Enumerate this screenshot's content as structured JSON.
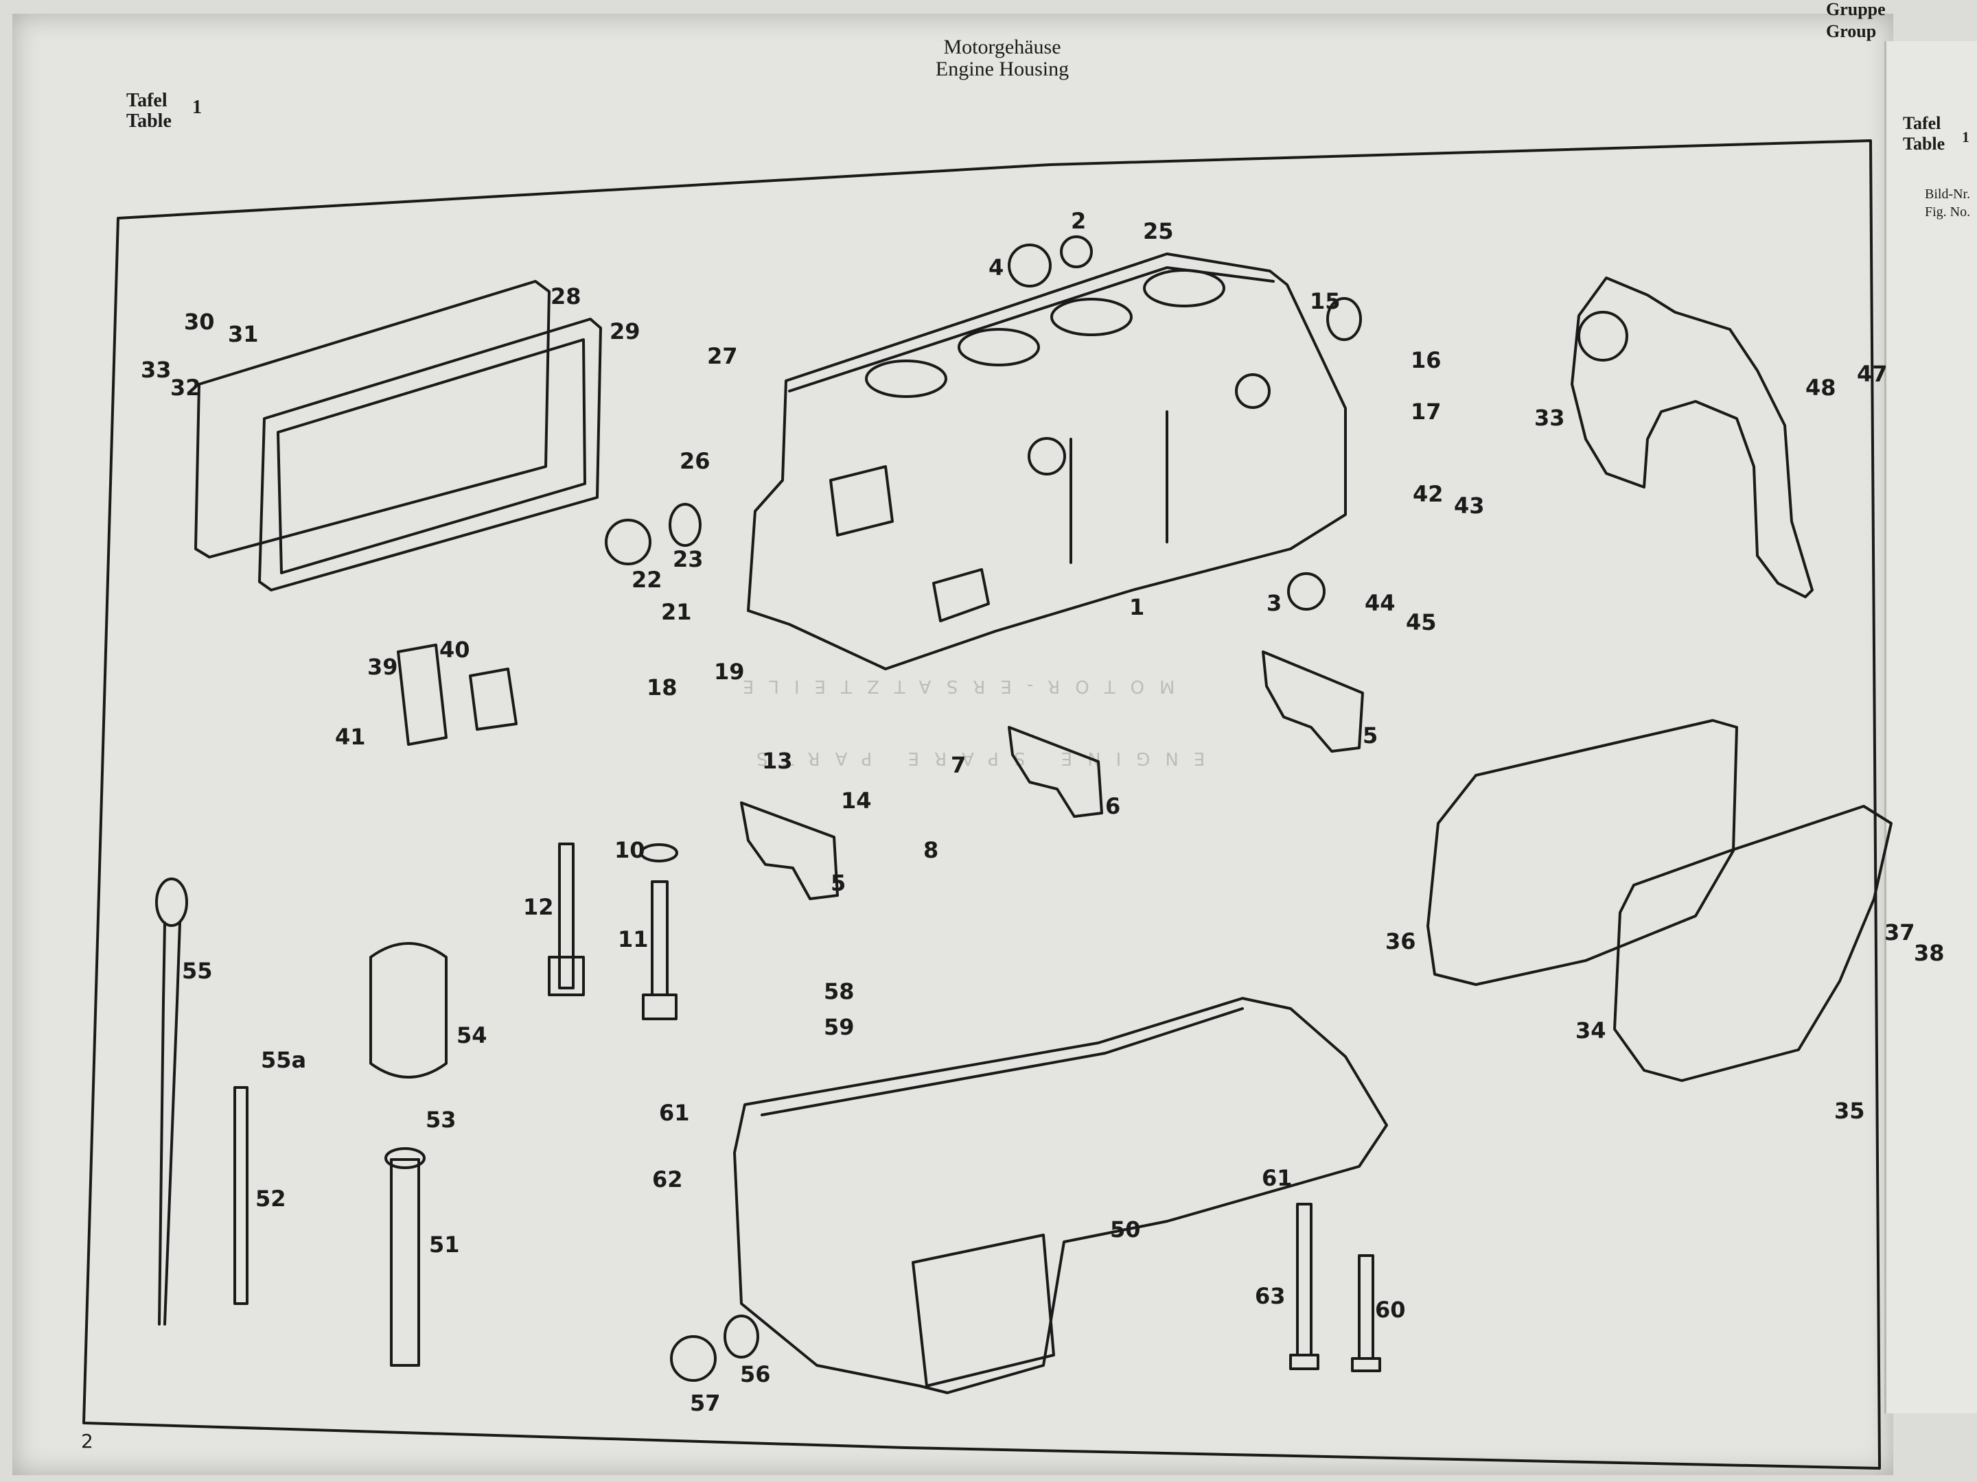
{
  "header": {
    "title_de": "Motorgehäuse",
    "title_en": "Engine Housing",
    "tafel_de": "Tafel",
    "tafel_en": "Table",
    "tafel_num": "1",
    "gruppe_de": "Gruppe",
    "gruppe_en": "Group",
    "page_number": "2"
  },
  "right_page": {
    "tafel_de": "Tafel",
    "tafel_en": "Table",
    "tafel_num": "1",
    "bild_nr": "Bild-Nr.",
    "fig_no": "Fig. No."
  },
  "watermark": {
    "line1": "MOTOR-ERSATZTEILE",
    "line2": "ENGINE SPARE PARTS"
  },
  "parts": {
    "p1": "1",
    "p2": "2",
    "p3": "3",
    "p4": "4",
    "p5a": "5",
    "p5b": "5",
    "p6": "6",
    "p7": "7",
    "p8": "8",
    "p10": "10",
    "p11": "11",
    "p12": "12",
    "p13": "13",
    "p14": "14",
    "p15": "15",
    "p16": "16",
    "p17": "17",
    "p18": "18",
    "p19": "19",
    "p21": "21",
    "p22": "22",
    "p23": "23",
    "p25": "25",
    "p26": "26",
    "p27": "27",
    "p28": "28",
    "p29": "29",
    "p30": "30",
    "p31": "31",
    "p32": "32",
    "p33a": "33",
    "p33b": "33",
    "p34": "34",
    "p35": "35",
    "p36": "36",
    "p37": "37",
    "p38": "38",
    "p39": "39",
    "p40": "40",
    "p41": "41",
    "p42": "42",
    "p43": "43",
    "p44": "44",
    "p45": "45",
    "p47": "47",
    "p48": "48",
    "p50": "50",
    "p51": "51",
    "p52": "52",
    "p53": "53",
    "p54": "54",
    "p55": "55",
    "p55a": "55a",
    "p56": "56",
    "p57": "57",
    "p58": "58",
    "p59": "59",
    "p60": "60",
    "p61a": "61",
    "p61b": "61",
    "p62": "62",
    "p63": "63"
  }
}
